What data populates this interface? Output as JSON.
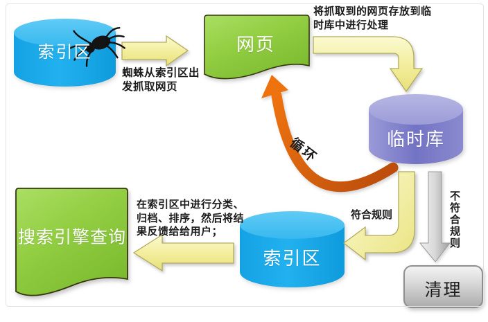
{
  "nodes": {
    "index_top": "索引区",
    "webpage": "网页",
    "temp_store": "临时库",
    "index_bottom": "索引区",
    "search_query": "搜索引擎查询",
    "cleanup": "清理"
  },
  "labels": {
    "spider_note": [
      "蜘蛛从索引区出",
      "发抓取网页"
    ],
    "store_note": [
      "将抓取到的网页存放到临",
      "时库中进行处理"
    ],
    "index_note": [
      "在索引区中进行分类、",
      "归档、排序，然后将结",
      "果反馈给给用户；"
    ],
    "loop": "循环",
    "match": "符合规则",
    "no_match": "不符合规则"
  },
  "colors": {
    "cylinder_blue": "#18A9EA",
    "cylinder_purple": "#7B7BC8",
    "document_green": "#8FC93F",
    "arrow_yellow": "#F2EDA0",
    "arrow_orange": "#DD5F10",
    "arrow_gray": "#C6C6C6",
    "cleanup_box_gray": "#C9C9C9",
    "text_dark": "#1B1B1B"
  }
}
